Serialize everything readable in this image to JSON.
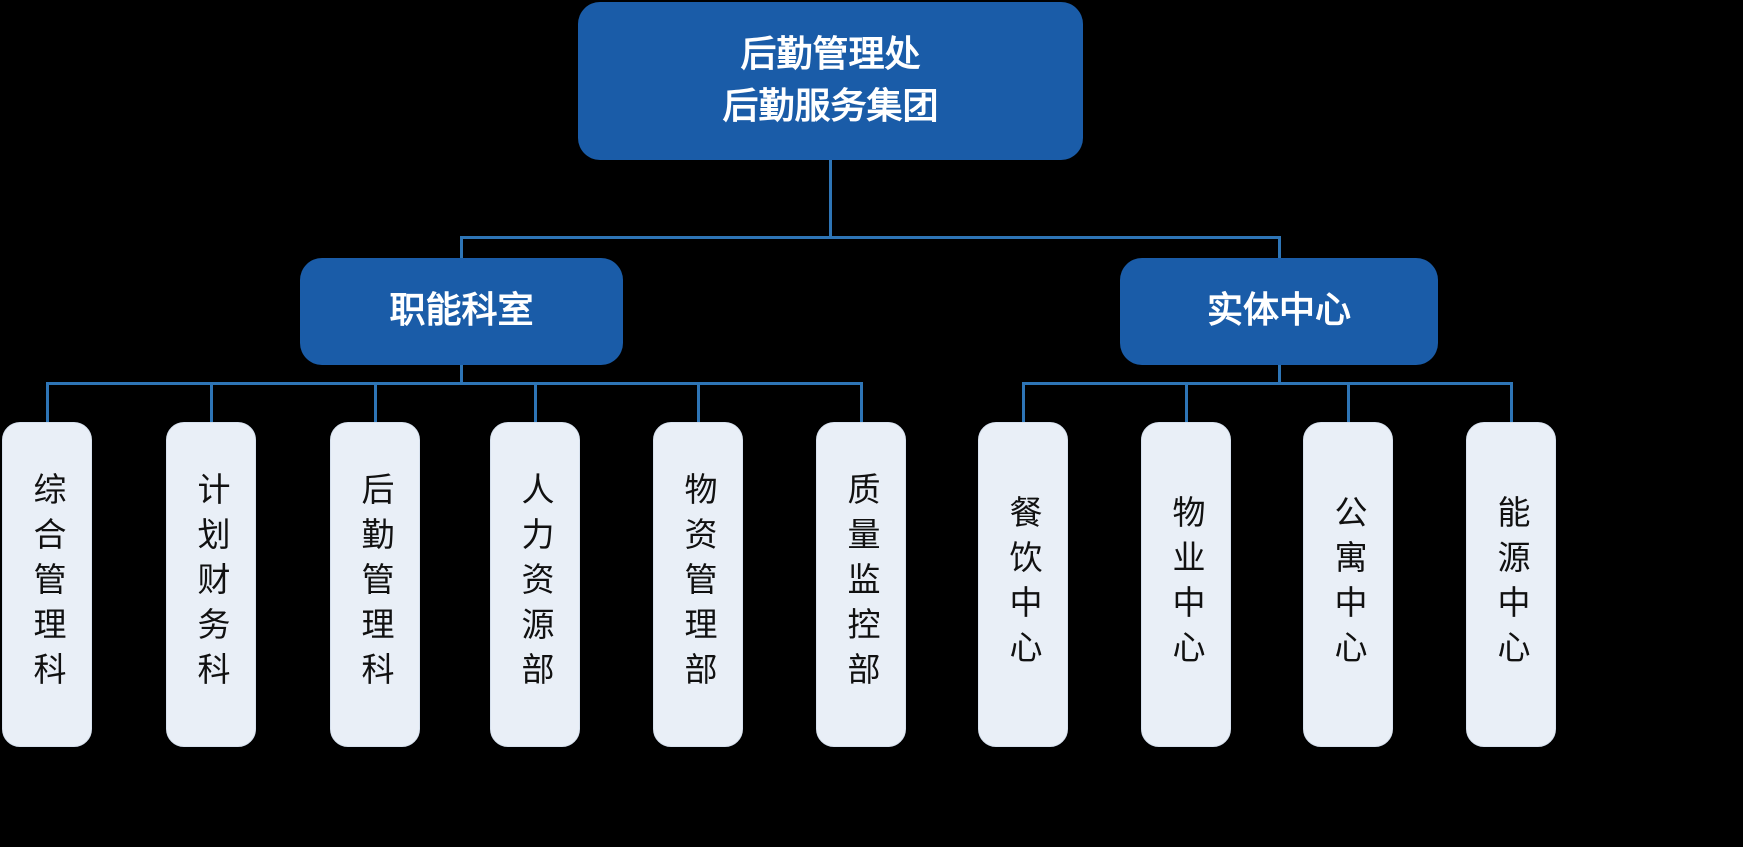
{
  "colors": {
    "background": "#000000",
    "node_fill": "#1A5CA8",
    "node_text": "#FFFFFF",
    "leaf_fill": "#E9EFF7",
    "leaf_border": "#D7E1EE",
    "leaf_text": "#111111",
    "connector": "#2E75B6"
  },
  "chart": {
    "type": "org-chart",
    "root": {
      "lines": [
        "后勤管理处",
        "后勤服务集团"
      ]
    },
    "branches": [
      {
        "label": "职能科室",
        "children": [
          "综合管理科",
          "计划财务科",
          "后勤管理科",
          "人力资源部",
          "物资管理部",
          "质量监控部"
        ]
      },
      {
        "label": "实体中心",
        "children": [
          "餐饮中心",
          "物业中心",
          "公寓中心",
          "能源中心"
        ]
      }
    ]
  }
}
